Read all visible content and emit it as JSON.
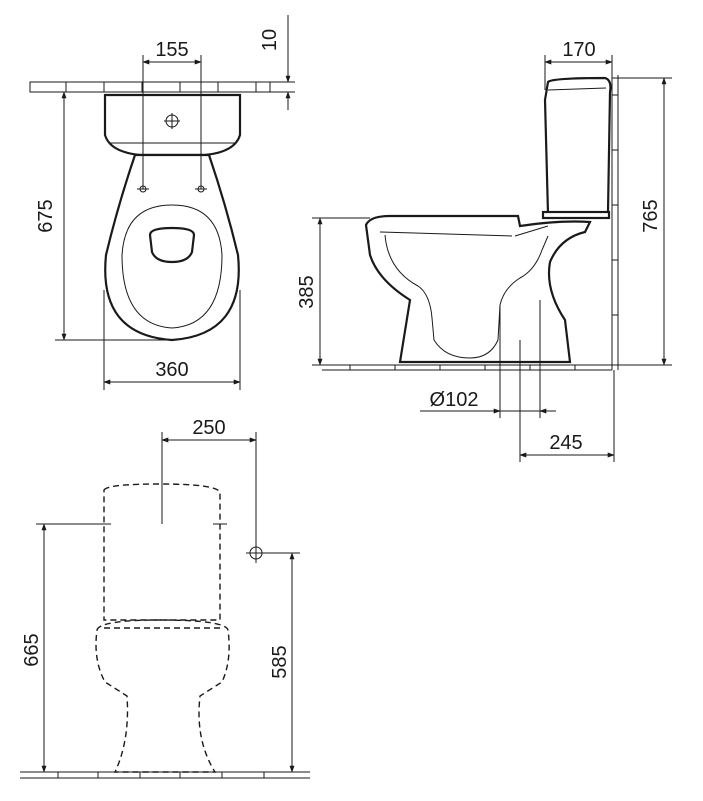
{
  "diagram": {
    "top_view": {
      "dim_hole_spacing": "155",
      "dim_top_offset": "10",
      "dim_length": "675",
      "dim_width": "360"
    },
    "side_view": {
      "dim_tank_depth": "170",
      "dim_total_height": "765",
      "dim_seat_height": "385",
      "dim_outlet_diameter": "Ø102",
      "dim_outlet_offset": "245"
    },
    "front_view": {
      "dim_inlet_spacing": "250",
      "dim_tank_height": "665",
      "dim_inlet_height": "585"
    },
    "colors": {
      "line": "#1a1a1a",
      "background": "#ffffff"
    }
  }
}
